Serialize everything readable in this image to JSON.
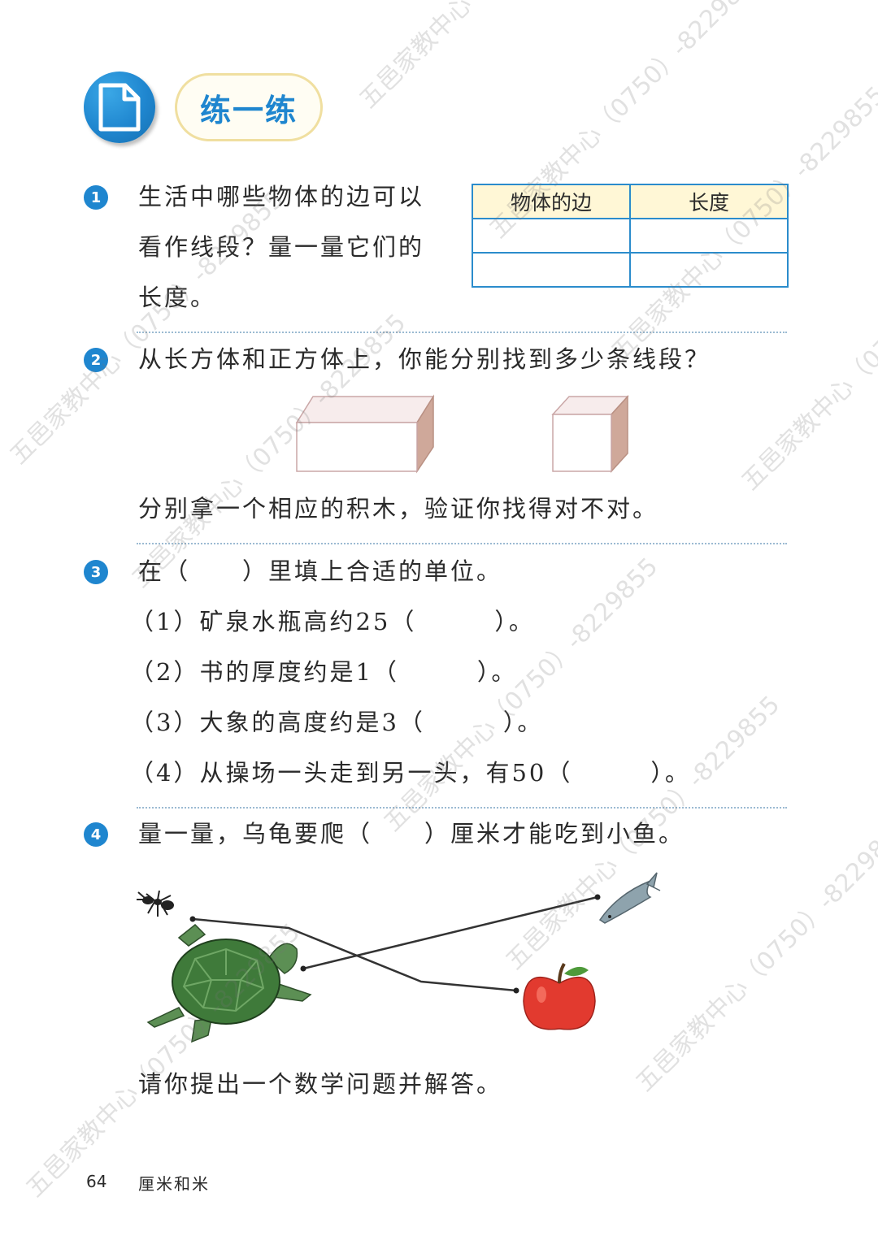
{
  "header": {
    "section_title": "练一练"
  },
  "q1": {
    "number": "1",
    "lines": [
      "生活中哪些物体的边可以",
      "看作线段？量一量它们的",
      "长度。"
    ],
    "table_headers": [
      "物体的边",
      "长度"
    ]
  },
  "q2": {
    "number": "2",
    "question": "从长方体和正方体上，你能分别找到多少条线段？",
    "followup": "分别拿一个相应的积木，验证你找得对不对。"
  },
  "q3": {
    "number": "3",
    "instruction": "在（　　）里填上合适的单位。",
    "items": [
      "（1）矿泉水瓶高约25（　　　）。",
      "（2）书的厚度约是1（　　　）。",
      "（3）大象的高度约是3（　　　）。",
      "（4）从操场一头走到另一头，有50（　　　）。"
    ]
  },
  "q4": {
    "number": "4",
    "question": "量一量，乌龟要爬（　　）厘米才能吃到小鱼。",
    "followup": "请你提出一个数学问题并解答。"
  },
  "footer": {
    "page_number": "64",
    "chapter": "厘米和米"
  },
  "watermark": {
    "lines": [
      "五邑家教中心（0750）-8229855"
    ]
  },
  "colors": {
    "accent": "#1f86cf",
    "table_border": "#2b8ccc",
    "table_header_bg": "#fff7d6"
  }
}
